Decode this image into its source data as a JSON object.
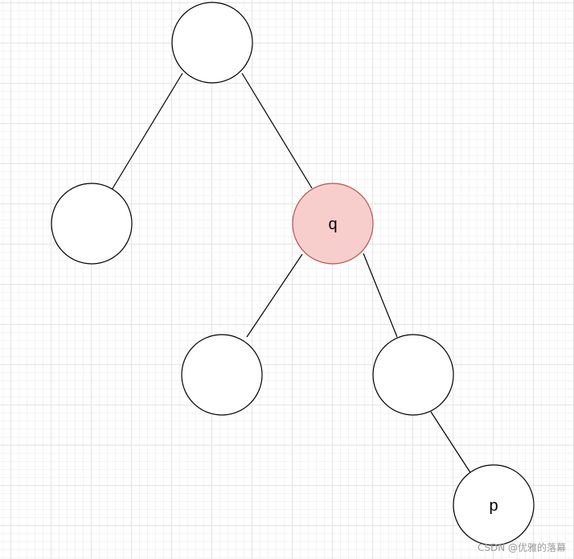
{
  "diagram": {
    "type": "binary-tree",
    "edge_color": "#000000",
    "node_border": "#000000",
    "default_fill": "#ffffff",
    "highlight_fill": "#f8cecc",
    "highlight_border": "#b85450",
    "nodes": [
      {
        "id": "root",
        "label": ""
      },
      {
        "id": "left",
        "label": ""
      },
      {
        "id": "q",
        "label": "q",
        "highlighted": true
      },
      {
        "id": "q-left",
        "label": ""
      },
      {
        "id": "q-right",
        "label": ""
      },
      {
        "id": "p",
        "label": "p"
      }
    ],
    "edges": [
      {
        "from": "root",
        "to": "left"
      },
      {
        "from": "root",
        "to": "q"
      },
      {
        "from": "q",
        "to": "q-left"
      },
      {
        "from": "q",
        "to": "q-right"
      },
      {
        "from": "q-right",
        "to": "p"
      }
    ]
  },
  "watermark": "CSDN @优雅的落幕"
}
